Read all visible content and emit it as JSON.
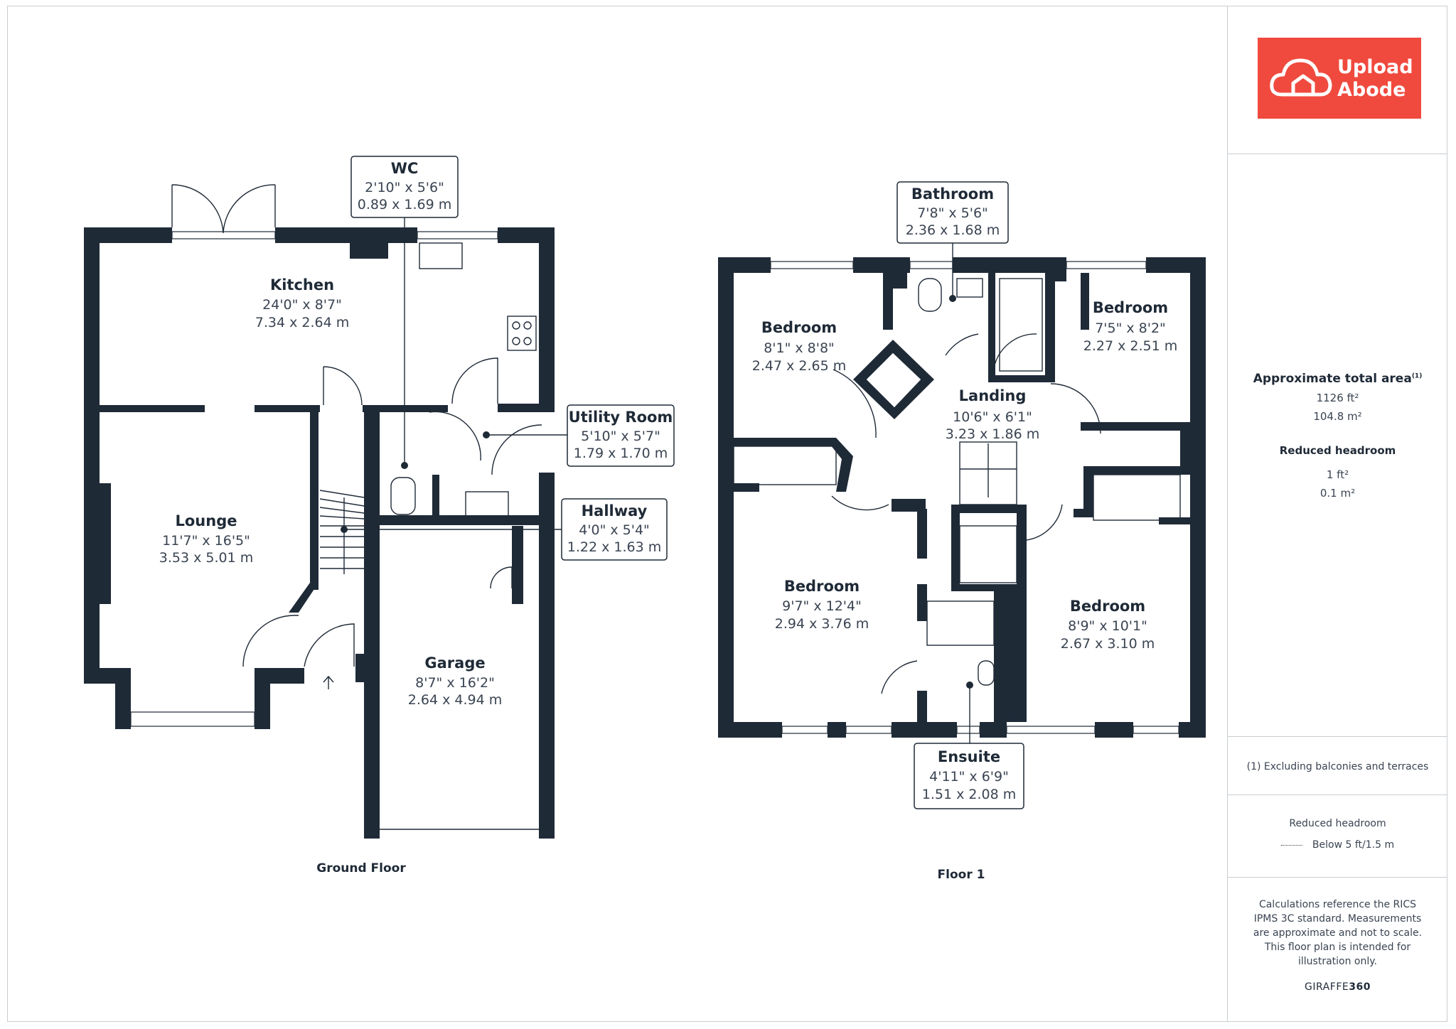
{
  "floors": [
    {
      "name": "Ground Floor"
    },
    {
      "name": "Floor 1"
    }
  ],
  "rooms": {
    "kitchen": {
      "name": "Kitchen",
      "imperial": "24'0\" x 8'7\"",
      "metric": "7.34 x 2.64 m"
    },
    "wc": {
      "name": "WC",
      "imperial": "2'10\" x 5'6\"",
      "metric": "0.89 x 1.69 m"
    },
    "utility": {
      "name": "Utility Room",
      "imperial": "5'10\" x 5'7\"",
      "metric": "1.79 x 1.70 m"
    },
    "hallway": {
      "name": "Hallway",
      "imperial": "4'0\" x 5'4\"",
      "metric": "1.22 x 1.63 m"
    },
    "lounge": {
      "name": "Lounge",
      "imperial": "11'7\" x 16'5\"",
      "metric": "3.53 x 5.01 m"
    },
    "garage": {
      "name": "Garage",
      "imperial": "8'7\" x 16'2\"",
      "metric": "2.64 x 4.94 m"
    },
    "bathroom": {
      "name": "Bathroom",
      "imperial": "7'8\" x 5'6\"",
      "metric": "2.36 x 1.68 m"
    },
    "bedroom_nw": {
      "name": "Bedroom",
      "imperial": "8'1\" x 8'8\"",
      "metric": "2.47 x 2.65 m"
    },
    "bedroom_ne": {
      "name": "Bedroom",
      "imperial": "7'5\" x 8'2\"",
      "metric": "2.27 x 2.51 m"
    },
    "landing": {
      "name": "Landing",
      "imperial": "10'6\" x 6'1\"",
      "metric": "3.23 x 1.86 m"
    },
    "bedroom_sw": {
      "name": "Bedroom",
      "imperial": "9'7\" x 12'4\"",
      "metric": "2.94 x 3.76 m"
    },
    "bedroom_se": {
      "name": "Bedroom",
      "imperial": "8'9\" x 10'1\"",
      "metric": "2.67 x 3.10 m"
    },
    "ensuite": {
      "name": "Ensuite",
      "imperial": "4'11\" x 6'9\"",
      "metric": "1.51 x 2.08 m"
    }
  },
  "sidebar": {
    "logo_line1": "Upload",
    "logo_line2": "Abode",
    "area_title": "Approximate total area",
    "area_note_mark": "(1)",
    "area_ft": "1126 ft²",
    "area_m": "104.8 m²",
    "reduced_title": "Reduced headroom",
    "reduced_ft": "1 ft²",
    "reduced_m": "0.1 m²",
    "footnote": "(1) Excluding balconies and terraces",
    "legend_title": "Reduced headroom",
    "legend_item": "Below 5 ft/1.5 m",
    "disclaimer": "Calculations reference the RICS IPMS 3C standard. Measurements are approximate and not to scale. This floor plan is intended for illustration only.",
    "brand_a": "GIRAFFE",
    "brand_b": "360"
  },
  "colors": {
    "wall": "#1f2a37",
    "logo_bg": "#f04a3e",
    "border": "#c9cdd2"
  }
}
